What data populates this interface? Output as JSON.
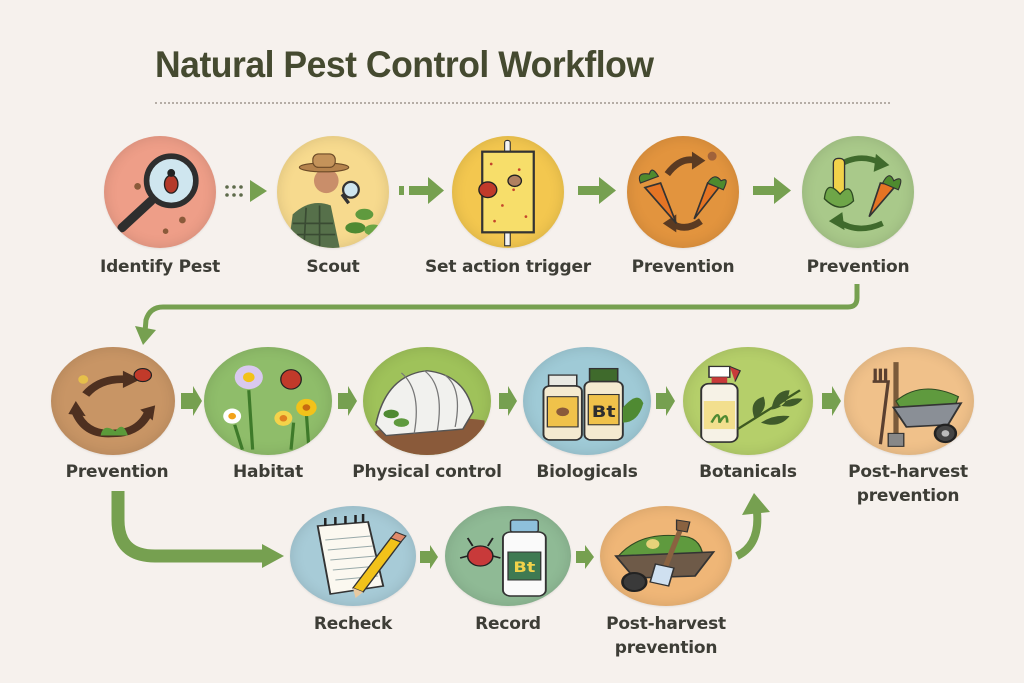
{
  "header": {
    "title": "Natural Pest Control Workflow"
  },
  "colors": {
    "background": "#f6f1ed",
    "title": "#454a30",
    "arrow": "#76a050",
    "label": "#3d3d36"
  },
  "row1": {
    "nodes": [
      {
        "label": "Identify Pest",
        "icon": "magnifier-bug-icon",
        "fill": "#ee9e88"
      },
      {
        "label": "Scout",
        "icon": "farmer-magnifier-icon",
        "fill": "#f7da8e"
      },
      {
        "label": "Set action trigger",
        "icon": "sticky-trap-icon",
        "fill": "#f3c74f"
      },
      {
        "label": "Prevention",
        "icon": "crop-rotation-carrots-icon",
        "fill": "#e2943e"
      },
      {
        "label": "Prevention",
        "icon": "crop-rotation-corn-carrot-icon",
        "fill": "#a9c98a"
      }
    ]
  },
  "row2": {
    "nodes": [
      {
        "label": "Prevention",
        "icon": "soil-cycle-ladybug-icon",
        "fill": "#c89565"
      },
      {
        "label": "Habitat",
        "icon": "flowers-ladybug-icon",
        "fill": "#8fbd6a"
      },
      {
        "label": "Physical control",
        "icon": "row-cover-tunnel-icon",
        "fill": "#9fc25a"
      },
      {
        "label": "Biologicals",
        "icon": "bt-bottles-icon",
        "fill": "#9fcad6"
      },
      {
        "label": "Botanicals",
        "icon": "spray-bottle-leaves-icon",
        "fill": "#b5cf6a"
      },
      {
        "label": "Post-harvest",
        "label2": "prevention",
        "icon": "wheelbarrow-tools-icon",
        "fill": "#f0c18a"
      }
    ]
  },
  "row3": {
    "nodes": [
      {
        "label": "Recheck",
        "icon": "notepad-pencil-icon",
        "fill": "#a7cbd7"
      },
      {
        "label": "Record",
        "icon": "bt-bottle-bug-icon",
        "fill": "#8fba95"
      },
      {
        "label": "Post-harvest",
        "label2": "prevention",
        "icon": "wheelbarrow-shovel-icon",
        "fill": "#efb677"
      }
    ]
  }
}
